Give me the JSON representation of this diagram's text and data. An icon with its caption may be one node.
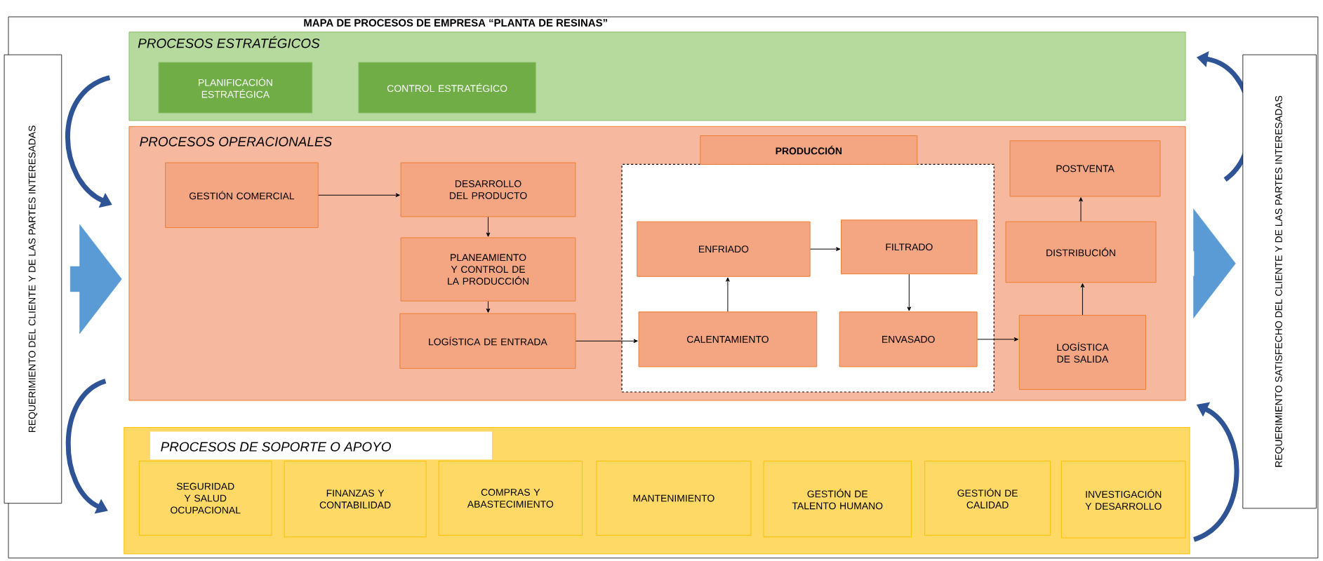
{
  "diagram": {
    "title": "MAPA DE PROCESOS DE EMPRESA “PLANTA DE RESINAS”",
    "nodes": [
      {
        "text": [
          "REQUERIMIENTO DEL CLIENTE Y DE LAS PARTES INTERESADAS"
        ]
      },
      {
        "text": [
          "PROCESOS ESTRATÉGICOS"
        ]
      },
      {
        "text": [
          "PLANIFICACIÓN ESTRATÉGICA"
        ],
        "in": 1
      },
      {
        "text": [
          "CONTROL ESTRATÉGICO"
        ],
        "in": 1
      },
      {
        "text": [
          "PROCESOS OPERACIONALES"
        ]
      },
      {
        "text": [
          "GESTIÓN COMERCIAL"
        ],
        "in": 4
      },
      {
        "text": [
          "DESARROLLO DEL PRODUCTO"
        ],
        "in": 4
      },
      {
        "text": [
          "PLANEAMIENTO Y CONTROL DE LA PRODUCCIÓN"
        ],
        "in": 4
      },
      {
        "text": [
          "LOGÍSTICA DE ENTRADA"
        ],
        "in": 4
      },
      {
        "text": [
          "PRODUCCIÓN"
        ],
        "in": 4
      },
      {
        "text": [
          "ENFRIADO"
        ],
        "in": 9
      },
      {
        "text": [
          "FILTRADO"
        ],
        "in": 9
      },
      {
        "text": [
          "CALENTAMIENTO"
        ],
        "in": 9
      },
      {
        "text": [
          "ENVASADO"
        ],
        "in": 9
      },
      {
        "text": [
          "POSTVENTA"
        ],
        "in": 4
      },
      {
        "text": [
          "DISTRIBUCIÓN"
        ],
        "in": 4
      },
      {
        "text": [
          "LOGÍSTICA DE SALIDA"
        ],
        "in": 4
      },
      {
        "text": [
          "PROCESOS DE SOPORTE O APOYO"
        ]
      },
      {
        "text": [
          "SEGURIDAD Y SALUD OCUPACIONAL"
        ],
        "in": 17
      },
      {
        "text": [
          "FINANZAS Y CONTABILIDAD"
        ],
        "in": 17
      },
      {
        "text": [
          "COMPRAS Y ABASTECIMIENTO"
        ],
        "in": 17
      },
      {
        "text": [
          "MANTENIMIENTO"
        ],
        "in": 17
      },
      {
        "text": [
          "GESTIÓN DE TALENTO HUMANO"
        ],
        "in": 17
      },
      {
        "text": [
          "GESTIÓN DE CALIDAD"
        ],
        "in": 17
      },
      {
        "text": [
          "INVESTIGACIÓN Y DESARROLLO"
        ],
        "in": 17
      },
      {
        "text": [
          "REQUERIMIENTO SATISFECHO DEL CLIENTE Y DE LAS PARTES INTERESADAS"
        ]
      }
    ],
    "edges": [
      {
        "from": 0,
        "to": 4,
        "arrow": "to",
        "style": "thick",
        "color": "#5b9bd5"
      },
      {
        "from": 4,
        "to": 25,
        "arrow": "to",
        "style": "thick",
        "color": "#5b9bd5"
      },
      {
        "from": 5,
        "to": 6,
        "arrow": "to"
      },
      {
        "from": 6,
        "to": 7,
        "arrow": "to"
      },
      {
        "from": 7,
        "to": 8,
        "arrow": "to"
      },
      {
        "from": 8,
        "to": 12,
        "arrow": "to"
      },
      {
        "from": 12,
        "to": 10,
        "arrow": "to"
      },
      {
        "from": 10,
        "to": 11,
        "arrow": "to"
      },
      {
        "from": 11,
        "to": 13,
        "arrow": "to"
      },
      {
        "from": 13,
        "to": 16,
        "arrow": "to"
      },
      {
        "from": 16,
        "to": 15,
        "arrow": "to"
      },
      {
        "from": 15,
        "to": 14,
        "arrow": "to"
      }
    ]
  }
}
